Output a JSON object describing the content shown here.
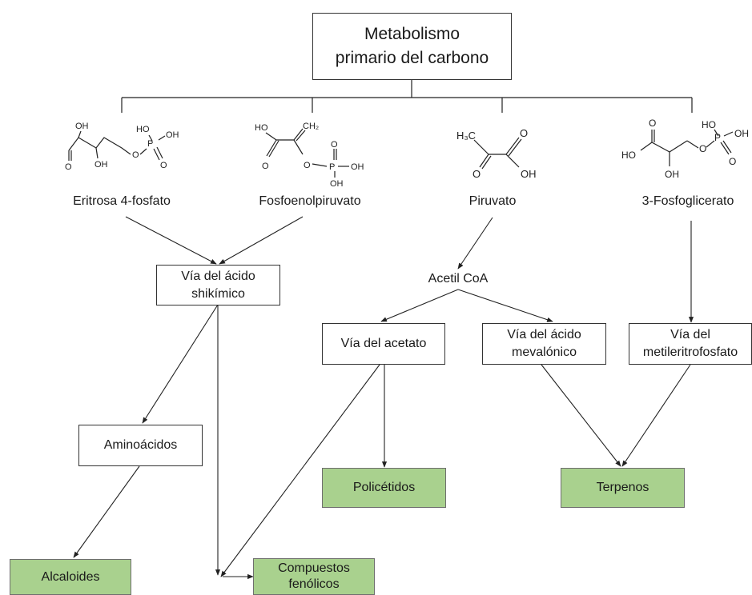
{
  "root": "Metabolismo primario del carbono",
  "precursors": {
    "erythrose": "Eritrosa 4-fosfato",
    "pep": "Fosfoenolpiruvato",
    "pyruvate": "Piruvato",
    "phosphoglycerate": "3-Fosfoglicerato"
  },
  "acetyl_coa": "Acetil CoA",
  "pathways": {
    "shikimic": "Vía del ácido shikímico",
    "acetate": "Vía del acetato",
    "mevalonic": "Vía del ácido mevalónico",
    "mep": "Vía del metileritrofosfato"
  },
  "amino_acids": "Aminoácidos",
  "products": {
    "alkaloids": "Alcaloides",
    "phenolics": "Compuestos fenólicos",
    "polyketides": "Policétidos",
    "terpenes": "Terpenos"
  },
  "chem_labels": {
    "oh": "OH",
    "ho": "HO",
    "p": "P",
    "o": "O",
    "ch2": "CH₂",
    "h3c": "H₃C"
  }
}
